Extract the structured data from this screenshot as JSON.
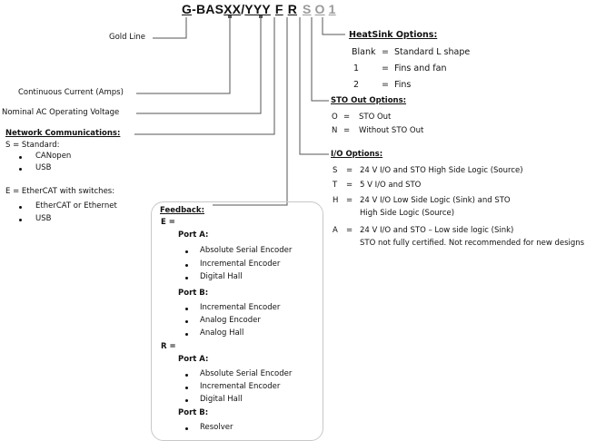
{
  "code": {
    "G": "G",
    "BAS": "-BAS",
    "XX": "XX",
    "slash": "/",
    "YYY": "YYY",
    "F": "F",
    "R": "R",
    "S": "S",
    "O": "O",
    "one": "1"
  },
  "labels": {
    "gold_line": "Gold Line",
    "continuous_current": "Continuous Current (Amps)",
    "nominal_voltage": "Nominal AC Operating Voltage"
  },
  "network": {
    "title": "Network Communications:",
    "standard": "S = Standard:",
    "standard_items": [
      "CANopen",
      "USB"
    ],
    "ethercat": "E = EtherCAT with switches:",
    "ethercat_items": [
      "EtherCAT or Ethernet",
      "USB"
    ]
  },
  "feedback": {
    "title": "Feedback:",
    "e_label": "E =",
    "e_port_a": "Port A:",
    "e_port_a_items": [
      "Absolute Serial Encoder",
      "Incremental Encoder",
      "Digital Hall"
    ],
    "e_port_b": "Port B:",
    "e_port_b_items": [
      "Incremental Encoder",
      "Analog Encoder",
      "Analog Hall"
    ],
    "r_label": "R =",
    "r_port_a": "Port A:",
    "r_port_a_items": [
      "Absolute Serial Encoder",
      "Incremental Encoder",
      "Digital Hall"
    ],
    "r_port_b": "Port B:",
    "r_port_b_items": [
      "Resolver"
    ]
  },
  "heatsink": {
    "title": "HeatSink Options:",
    "rows": [
      {
        "key": "Blank",
        "eq": "=",
        "value": "Standard L shape"
      },
      {
        "key": "1",
        "eq": "=",
        "value": "Fins and fan"
      },
      {
        "key": "2",
        "eq": "=",
        "value": "Fins"
      }
    ]
  },
  "sto": {
    "title": "STO Out Options:",
    "rows": [
      {
        "key": "O",
        "eq": "=",
        "value": "STO Out"
      },
      {
        "key": "N",
        "eq": "=",
        "value": "Without STO Out"
      }
    ]
  },
  "io": {
    "title": "I/O Options:",
    "s": {
      "key": "S",
      "eq": "=",
      "value": "24 V I/O and STO High Side Logic (Source)"
    },
    "t": {
      "key": "T",
      "eq": "=",
      "value": "5 V I/O and STO"
    },
    "h": {
      "key": "H",
      "eq": "=",
      "value": "24 V I/O Low Side Logic (Sink) and STO",
      "value2": "High Side Logic (Source)"
    },
    "a": {
      "key": "A",
      "eq": "=",
      "value": "24 V I/O and STO – Low side logic (Sink)",
      "value2": "STO not fully certified. Not recommended for new designs"
    }
  }
}
